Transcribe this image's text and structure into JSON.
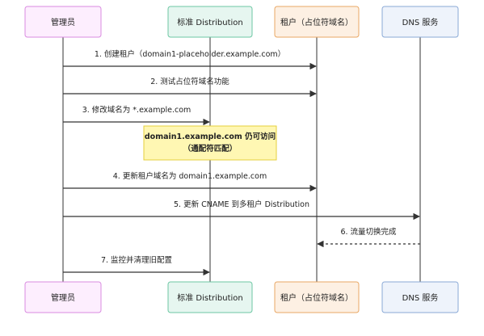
{
  "participants": [
    {
      "id": "admin",
      "label": "管理员",
      "fill": "#fdeefe",
      "stroke": "#d98be0"
    },
    {
      "id": "dist",
      "label": "标准 Distribution",
      "fill": "#e6f6f0",
      "stroke": "#6cc7a3"
    },
    {
      "id": "tenant",
      "label": "租户（占位符域名）",
      "fill": "#fdf0e3",
      "stroke": "#e9a764"
    },
    {
      "id": "dns",
      "label": "DNS 服务",
      "fill": "#eef3fb",
      "stroke": "#8aa9d6"
    }
  ],
  "messages": [
    {
      "from": "admin",
      "to": "tenant",
      "label": "1. 创建租户（domain1-placeholder.example.com）",
      "style": "solid"
    },
    {
      "from": "admin",
      "to": "tenant",
      "label": "2. 测试占位符域名功能",
      "style": "solid"
    },
    {
      "from": "admin",
      "to": "dist",
      "label": "3. 修改域名为 *.example.com",
      "style": "solid"
    },
    {
      "from": "admin",
      "to": "tenant",
      "label": "4. 更新租户域名为 domain1.example.com",
      "style": "solid"
    },
    {
      "from": "admin",
      "to": "dns",
      "label": "5. 更新 CNAME 到多租户 Distribution",
      "style": "solid"
    },
    {
      "from": "dns",
      "to": "tenant",
      "label": "6. 流量切换完成",
      "style": "dashed"
    },
    {
      "from": "admin",
      "to": "dist",
      "label": "7. 监控并清理旧配置",
      "style": "solid"
    }
  ],
  "note": {
    "over": "dist",
    "lines": [
      "domain1.example.com 仍可访问",
      "（通配符匹配）"
    ],
    "fill": "#fff7b3",
    "stroke": "#e6cf3c"
  }
}
